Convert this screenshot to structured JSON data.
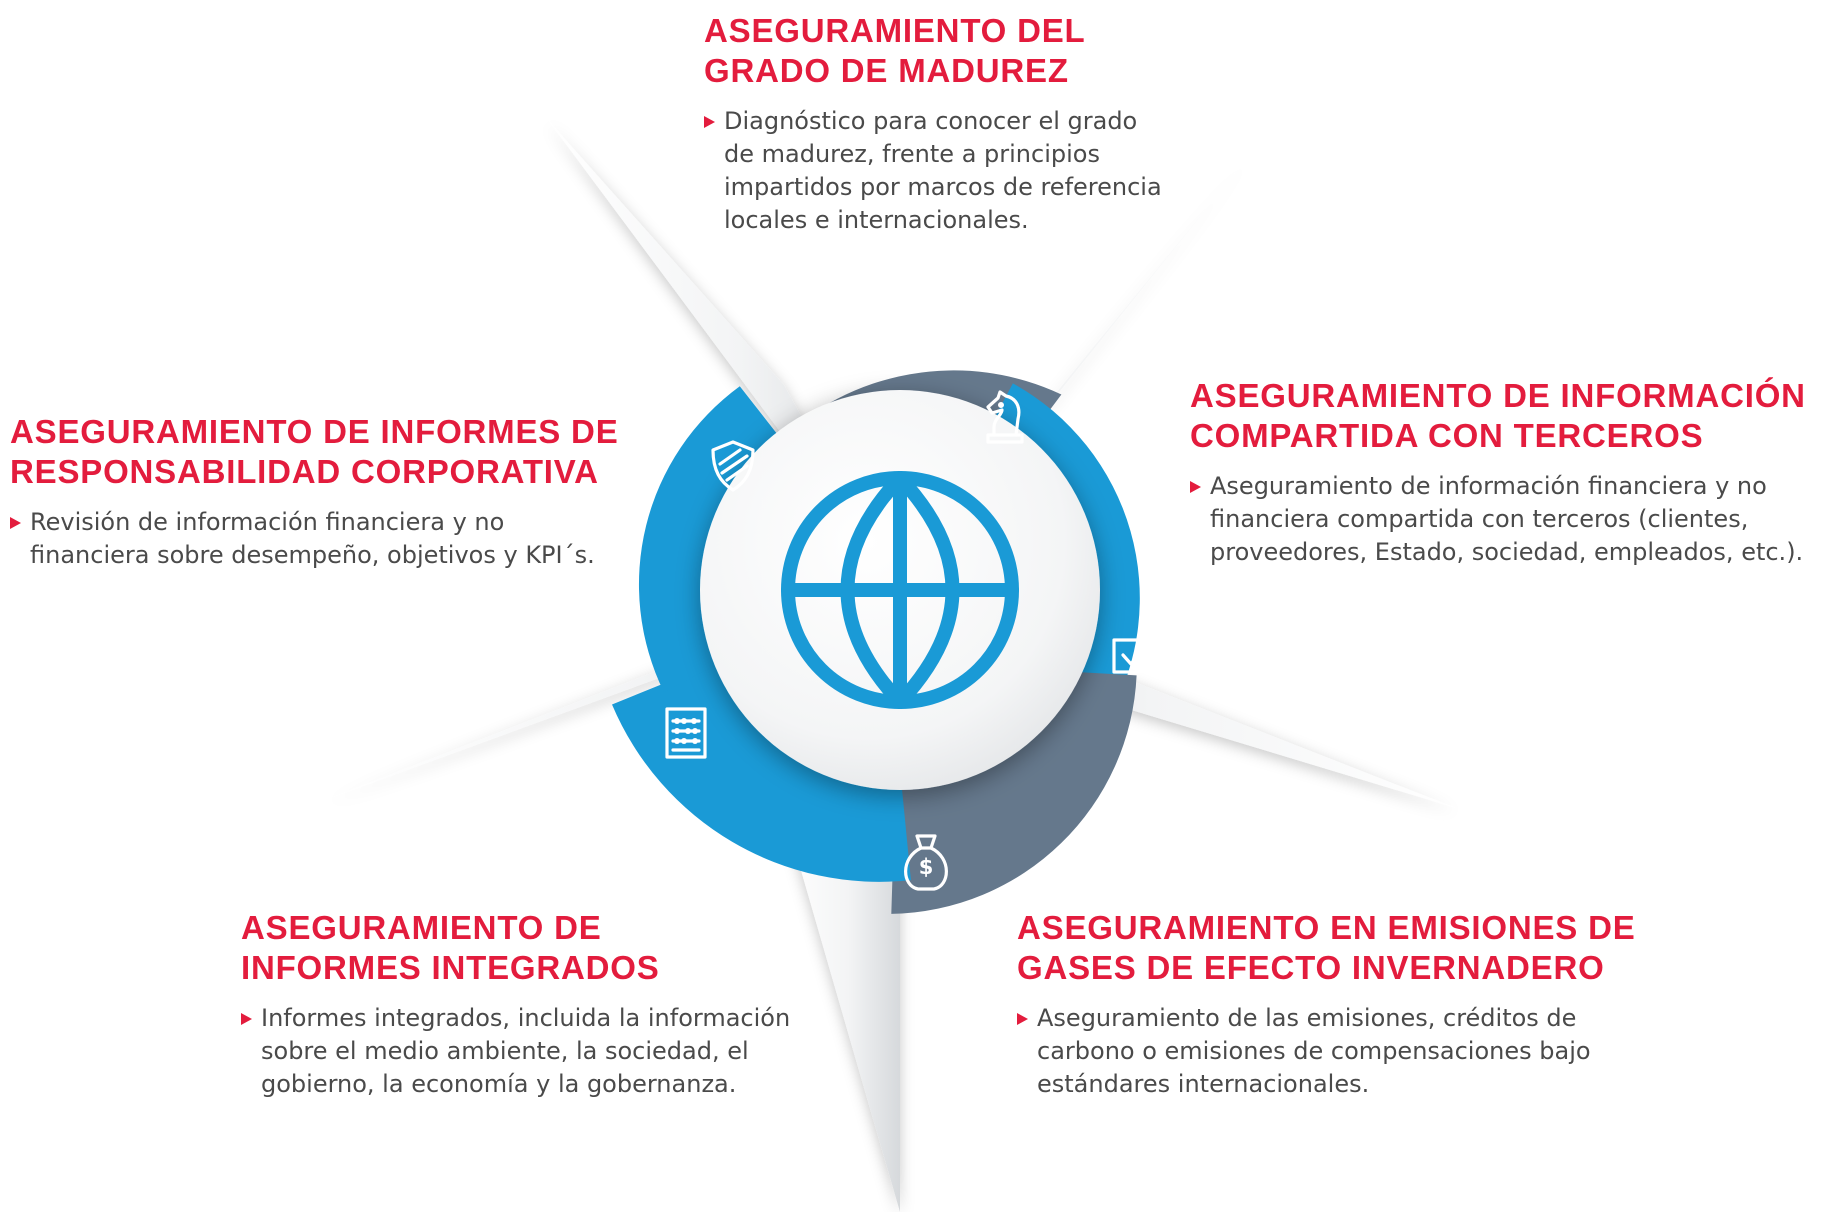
{
  "center": {
    "icon": "globe-icon",
    "color": "#1a9ad6"
  },
  "colors": {
    "heading": "#e31c3d",
    "body_text": "#4a4a4a",
    "bullet": "#e31c3d",
    "ring_blue": "#1a9ad6",
    "ring_slate": "#65788c",
    "icon_white": "#ffffff"
  },
  "services": [
    {
      "id": "maturity",
      "heading_lines": [
        "ASEGURAMIENTO DEL",
        "GRADO DE MADUREZ"
      ],
      "description_lines": [
        "Diagnóstico para conocer el grado",
        "de madurez, frente a principios",
        "impartidos por marcos de referencia",
        "locales e internacionales."
      ],
      "icon": "chess-knight-icon"
    },
    {
      "id": "third-party",
      "heading_lines": [
        "ASEGURAMIENTO DE INFORMACIÓN",
        "COMPARTIDA CON TERCEROS"
      ],
      "description_lines": [
        "Aseguramiento de información financiera y no",
        "financiera compartida con terceros (clientes,",
        "proveedores, Estado, sociedad, empleados, etc.)."
      ],
      "icon": "checkbox-icon"
    },
    {
      "id": "ghg",
      "heading_lines": [
        "ASEGURAMIENTO EN EMISIONES DE",
        "GASES DE EFECTO INVERNADERO"
      ],
      "description_lines": [
        "Aseguramiento de las emisiones, créditos de",
        "carbono o emisiones de compensaciones bajo",
        "estándares internacionales."
      ],
      "icon": "money-bag-icon"
    },
    {
      "id": "integrated",
      "heading_lines": [
        "ASEGURAMIENTO DE",
        "INFORMES INTEGRADOS"
      ],
      "description_lines": [
        "Informes integrados, incluida la información",
        "sobre el medio ambiente, la sociedad, el",
        "gobierno, la economía y la gobernanza."
      ],
      "icon": "abacus-icon"
    },
    {
      "id": "csr",
      "heading_lines": [
        "ASEGURAMIENTO DE INFORMES DE",
        "RESPONSABILIDAD CORPORATIVA"
      ],
      "description_lines": [
        "Revisión de información financiera y no",
        "financiera sobre desempeño, objetivos y KPI´s."
      ],
      "icon": "shield-icon"
    }
  ]
}
